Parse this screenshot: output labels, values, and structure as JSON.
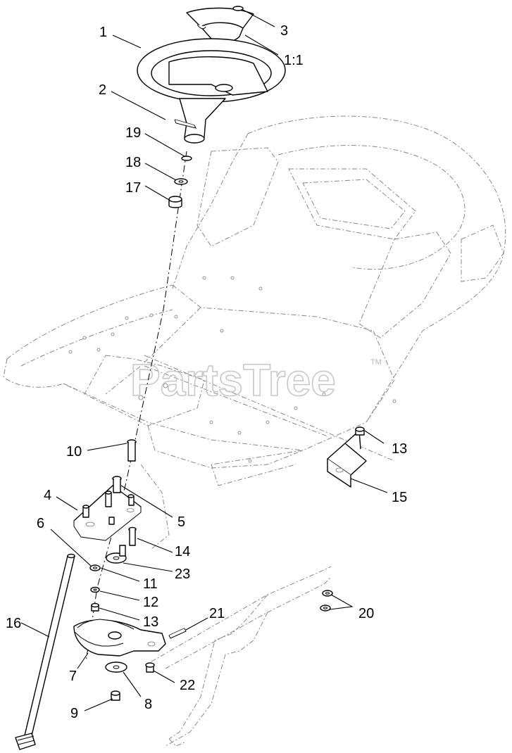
{
  "watermark": {
    "text": "PartsTree",
    "trademark": "TM"
  },
  "callouts": {
    "c1": "1",
    "c1_1": "1:1",
    "c2": "2",
    "c3": "3",
    "c4": "4",
    "c5": "5",
    "c6": "6",
    "c7": "7",
    "c8": "8",
    "c9": "9",
    "c10": "10",
    "c11": "11",
    "c12": "12",
    "c13a": "13",
    "c13b": "13",
    "c14": "14",
    "c15": "15",
    "c16": "16",
    "c17": "17",
    "c18": "18",
    "c19": "19",
    "c20": "20",
    "c21": "21",
    "c22": "22",
    "c23": "23"
  }
}
